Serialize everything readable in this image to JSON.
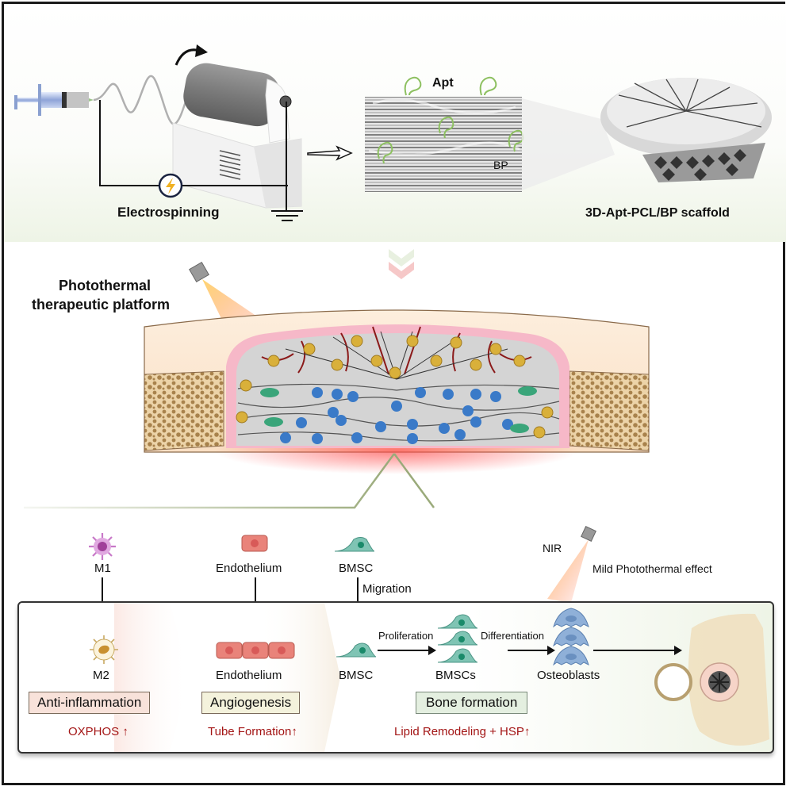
{
  "top_panel": {
    "electrospinning_label": "Electrospinning",
    "apt_label": "Apt",
    "bp_label": "BP",
    "scaffold_label": "3D-Apt-PCL/BP scaffold"
  },
  "middle_panel": {
    "title_line1": "Photothermal",
    "title_line2": "therapeutic platform"
  },
  "bottom_panel": {
    "m1_label": "M1",
    "m2_label": "M2",
    "endothelium_top_label": "Endothelium",
    "endothelium_bottom_label": "Endothelium",
    "bmsc_top_label": "BMSC",
    "migration_label": "Migration",
    "bmsc_bottom_label": "BMSC",
    "proliferation_label": "Proliferation",
    "bmscs_label": "BMSCs",
    "differentiation_label": "Differentiation",
    "osteoblasts_label": "Osteoblasts",
    "nir_label": "NIR",
    "mild_photothermal_label": "Mild Photothermal effect",
    "anti_inflammation_label": "Anti-inflammation",
    "angiogenesis_label": "Angiogenesis",
    "bone_formation_label": "Bone formation",
    "oxphos_label": "OXPHOS ↑",
    "tube_formation_label": "Tube Formation↑",
    "lipid_label": "Lipid Remodeling + HSP↑"
  },
  "colors": {
    "frame": "#1a1a1a",
    "accent_red": "#a31515",
    "green_line": "#9aaa7a",
    "bmsc_teal": "#7fc4b4",
    "osteoblast_blue": "#8fb0d8",
    "endothelium_pink": "#e9837a",
    "macrophage_m1": "#c878c8",
    "macrophage_m2": "#e8c060"
  }
}
